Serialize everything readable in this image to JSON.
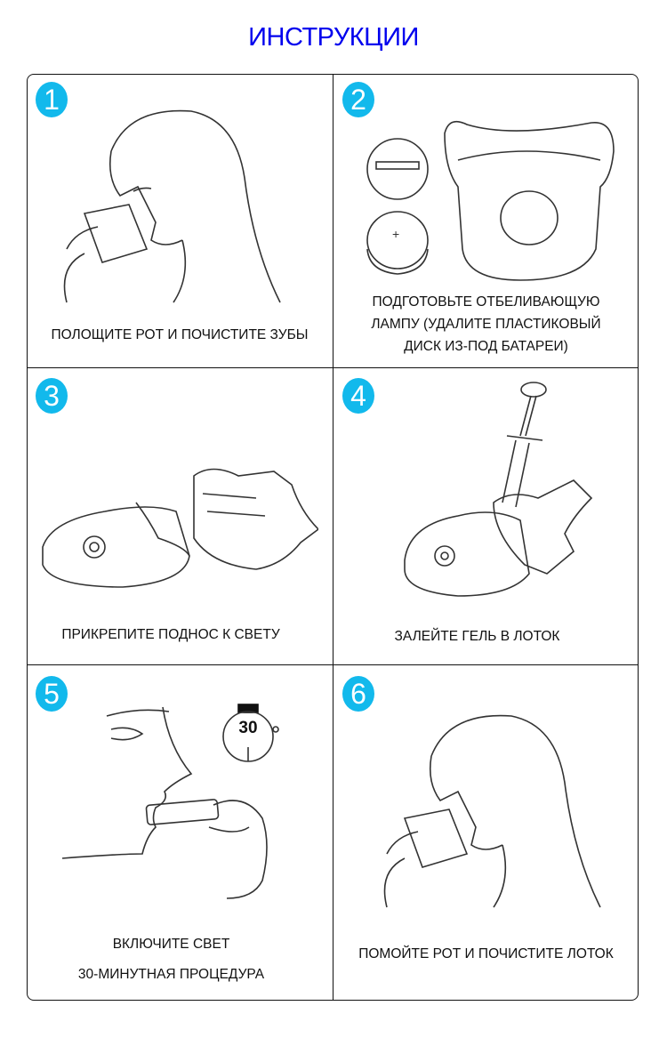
{
  "title": "ИНСТРУКЦИИ",
  "steps": [
    {
      "number": "1",
      "caption": [
        "ПОЛОЩИТЕ РОТ И ПОЧИСТИТЕ ЗУБЫ"
      ]
    },
    {
      "number": "2",
      "caption": [
        "ПОДГОТОВЬТЕ ОТБЕЛИВАЮЩУЮ",
        "ЛАМПУ (УДАЛИТЕ ПЛАСТИКОВЫЙ",
        "ДИСК ИЗ-ПОД БАТАРЕИ)"
      ],
      "disc_symbol": "+"
    },
    {
      "number": "3",
      "caption": [
        "ПРИКРЕПИТЕ ПОДНОС К СВЕТУ"
      ]
    },
    {
      "number": "4",
      "caption": [
        "ЗАЛЕЙТЕ ГЕЛЬ В ЛОТОК"
      ]
    },
    {
      "number": "5",
      "caption": [
        "ВКЛЮЧИТЕ СВЕТ",
        "30-МИНУТНАЯ ПРОЦЕДУРА"
      ],
      "timer": "30"
    },
    {
      "number": "6",
      "caption": [
        "ПОМОЙТЕ РОТ И ПОЧИСТИТЕ ЛОТОК"
      ]
    }
  ],
  "colors": {
    "title": "#0000ee",
    "badge": "#12b9ec"
  }
}
